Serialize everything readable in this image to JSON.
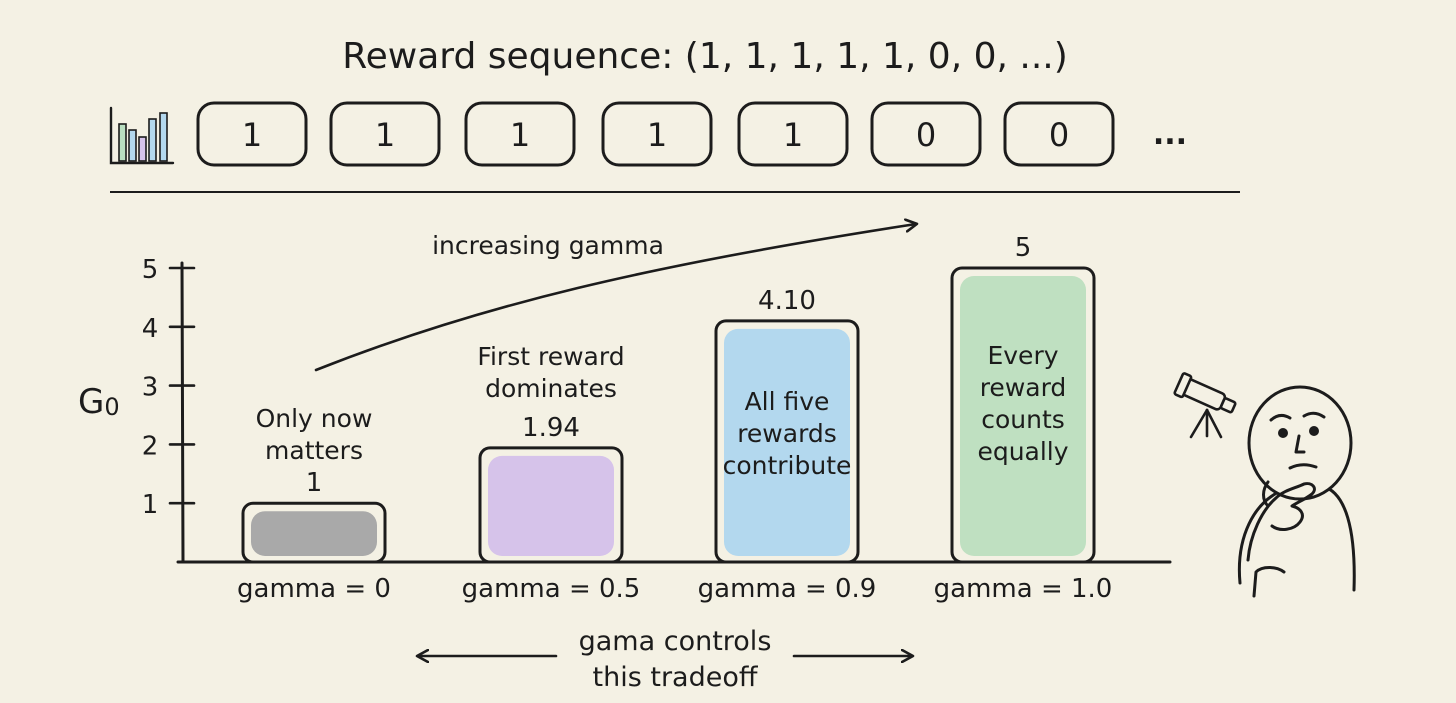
{
  "title": "Reward sequence: (1, 1, 1, 1, 1, 0, 0, ...)",
  "reward_boxes": [
    "1",
    "1",
    "1",
    "1",
    "1",
    "0",
    "0"
  ],
  "reward_ellipsis": "...",
  "icons": {
    "sequence_icon": "bar-chart-icon",
    "telescope": "telescope-icon",
    "thinker": "thinking-person-icon"
  },
  "increasing_arrow_label": "increasing gamma",
  "tradeoff": {
    "line1": "gama controls",
    "line2": "this tradeoff"
  },
  "colors": {
    "background": "#f4f1e4",
    "ink": "#1c1c1c",
    "gray": "#a9a9a9",
    "purple": "#d6c3ea",
    "blue": "#b3d8ee",
    "green": "#bfe0c1"
  },
  "chart_data": {
    "type": "bar",
    "ylabel": "G0",
    "ylabel_main": "G",
    "ylabel_sub": "0",
    "ylim": [
      0,
      5
    ],
    "yticks": [
      "1",
      "2",
      "3",
      "4",
      "5"
    ],
    "categories": [
      "gamma = 0",
      "gamma = 0.5",
      "gamma = 0.9",
      "gamma = 1.0"
    ],
    "values": [
      1,
      1.94,
      4.1,
      5
    ],
    "value_labels": [
      "1",
      "1.94",
      "4.10",
      "5"
    ],
    "fill_colors": [
      "#a9a9a9",
      "#d6c3ea",
      "#b3d8ee",
      "#bfe0c1"
    ],
    "annotations": [
      [
        "Only now",
        "matters"
      ],
      [
        "First reward",
        "dominates"
      ],
      [
        "All five",
        "rewards",
        "contribute"
      ],
      [
        "Every",
        "reward",
        "counts",
        "equally"
      ]
    ]
  }
}
